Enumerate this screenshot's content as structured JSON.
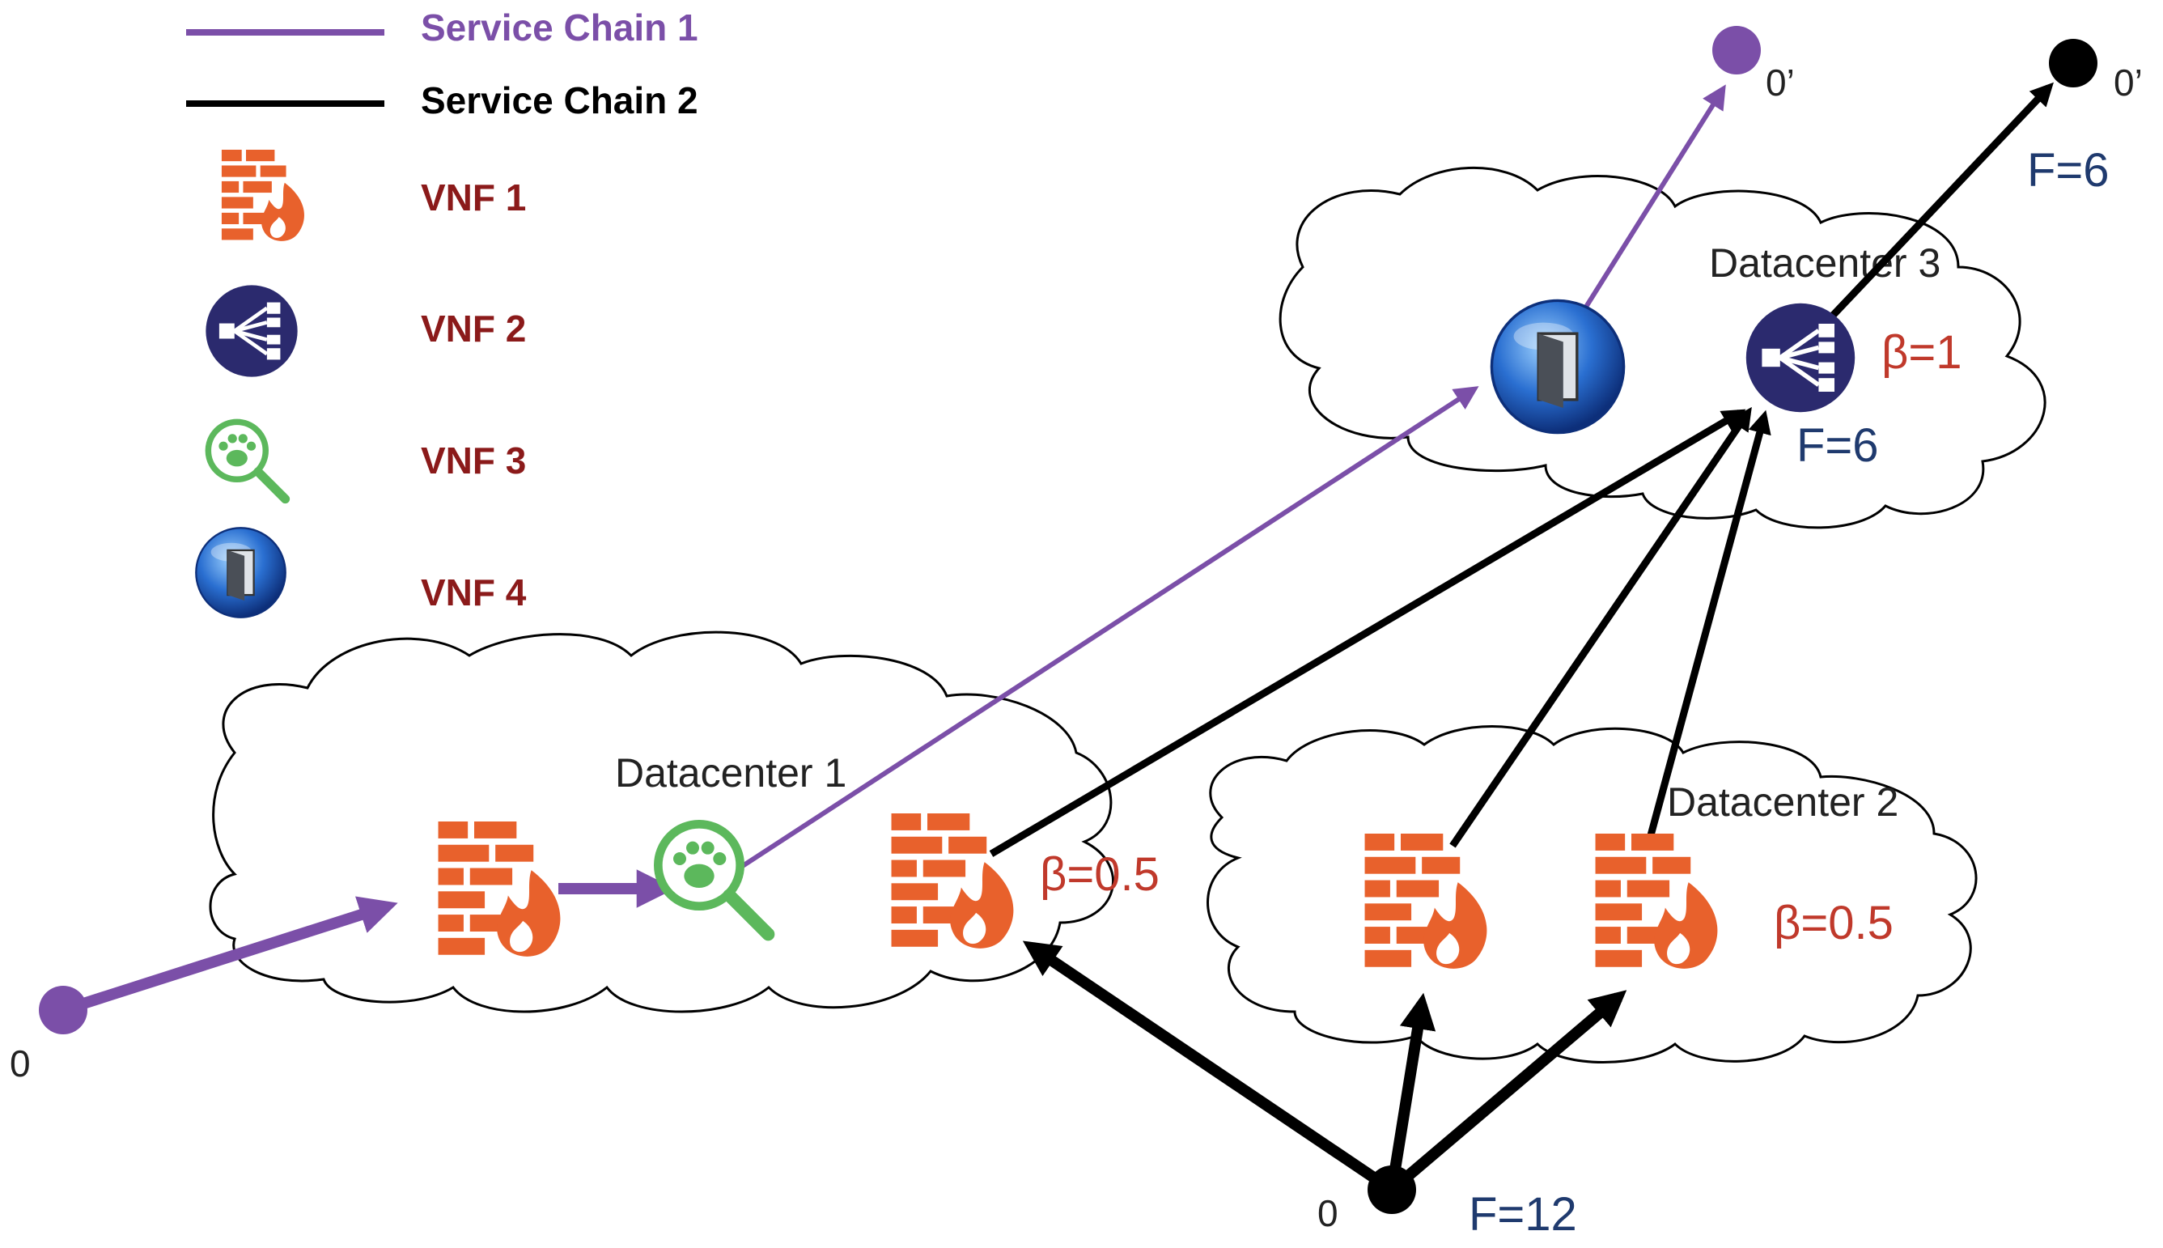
{
  "colors": {
    "chain1": "#7b4fa8",
    "chain2": "#000000",
    "vnf_label": "#8b1a1a",
    "beta": "#c0392b",
    "flow": "#1f3a6e",
    "firewall": "#e8612c",
    "vnf2": "#2b2a6e",
    "vnf3": "#5cb85c",
    "vnf4": "#2a6fd1"
  },
  "legend": {
    "chain1_label": "Service Chain  1",
    "chain2_label": "Service Chain  2",
    "vnf1_label": "VNF 1",
    "vnf2_label": "VNF 2",
    "vnf3_label": "VNF 3",
    "vnf4_label": "VNF 4",
    "vnf1_icon": "firewall-icon",
    "vnf2_icon": "load-balancer-icon",
    "vnf3_icon": "paw-search-icon",
    "vnf4_icon": "globe-door-icon"
  },
  "datacenters": {
    "dc1": "Datacenter 1",
    "dc2": "Datacenter 2",
    "dc3": "Datacenter 3"
  },
  "annotations": {
    "beta_dc1": "β=0.5",
    "beta_dc2": "β=0.5",
    "beta_dc3": "β=1",
    "flow_source": "F=12",
    "flow_dc3": "F=6",
    "flow_dest": "F=6"
  },
  "nodes": {
    "chain1_source": "0",
    "chain1_dest": "0’",
    "chain2_source": "0",
    "chain2_dest": "0’"
  }
}
